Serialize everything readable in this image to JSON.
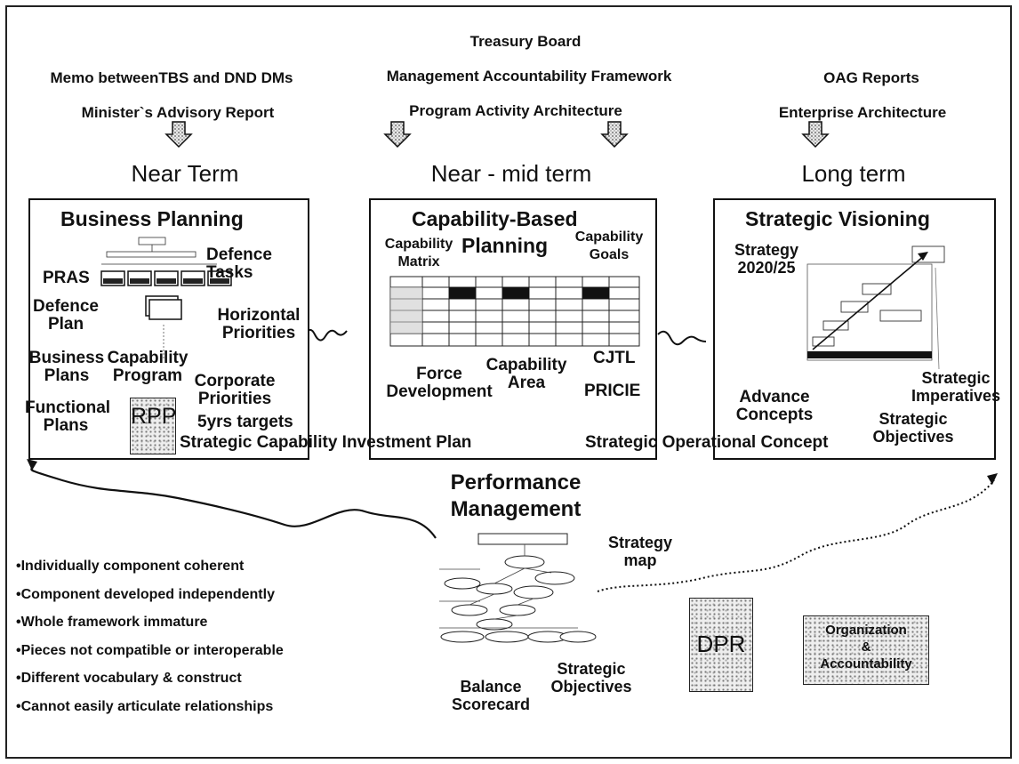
{
  "header": {
    "treasury_board": "Treasury Board",
    "memo": "Memo betweenTBS and DND DMs",
    "maf": "Management Accountability Framework",
    "oag": "OAG Reports",
    "ministers_report": "Minister`s Advisory Report",
    "paa": "Program Activity Architecture",
    "ea": "Enterprise Architecture"
  },
  "terms": {
    "near": "Near Term",
    "near_mid": "Near - mid term",
    "long": "Long term"
  },
  "business_planning": {
    "title": "Business Planning",
    "defence_tasks": "Defence\nTasks",
    "pras": "PRAS",
    "defence_plan": "Defence\nPlan",
    "horizontal_priorities": "Horizontal\nPriorities",
    "business_plans": "Business\nPlans",
    "capability_program": "Capability\nProgram",
    "corporate_priorities": "Corporate\nPriorities",
    "targets": "5yrs targets",
    "functional_plans": "Functional\nPlans",
    "rpp": "RPP"
  },
  "capability_planning": {
    "title": "Capability-Based",
    "title2": "Planning",
    "matrix": "Capability\nMatrix",
    "goals": "Capability\nGoals",
    "force_development": "Force\nDevelopment",
    "capability_area": "Capability\nArea",
    "cjtl": "CJTL",
    "pricie": "PRICIE"
  },
  "strategic_visioning": {
    "title": "Strategic Visioning",
    "strategy": "Strategy\n2020/25",
    "advance_concepts": "Advance\nConcepts",
    "strategic_imperatives": "Strategic\nImperatives",
    "strategic_objectives": "Strategic\nObjectives"
  },
  "cross_labels": {
    "scip": "Strategic Capability Investment Plan",
    "soc": "Strategic Operational Concept"
  },
  "performance": {
    "title": "Performance\nManagement",
    "strategy_map": "Strategy\nmap",
    "balance_scorecard": "Balance\nScorecard",
    "strategic_objectives": "Strategic\nObjectives",
    "dpr": "DPR",
    "org_accountability": "Organization\n&\nAccountability"
  },
  "bullets": [
    "Individually component coherent",
    "Component developed independently",
    "Whole framework immature",
    "Pieces not compatible or interoperable",
    "Different vocabulary & construct",
    "Cannot easily articulate relationships"
  ]
}
